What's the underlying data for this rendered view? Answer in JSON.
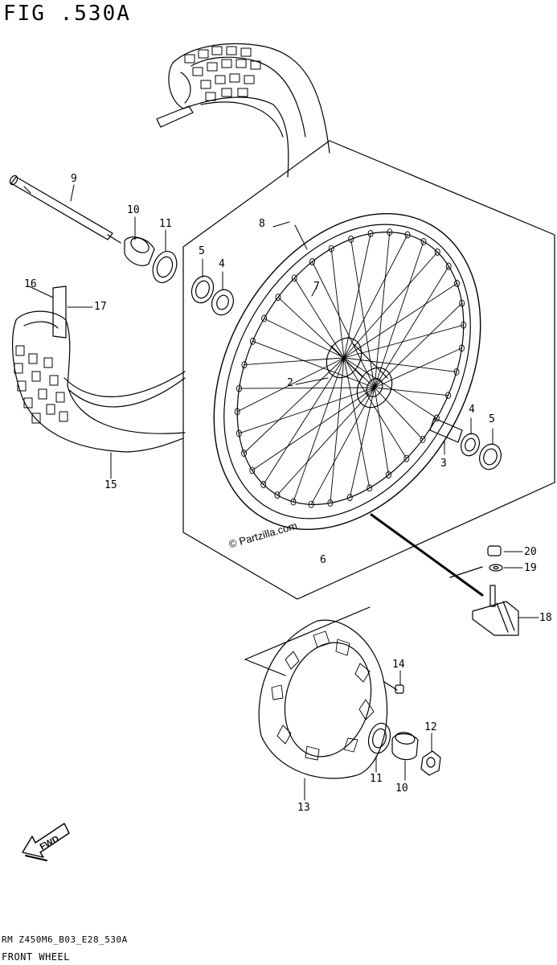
{
  "figure": {
    "title": "FIG .530A",
    "code": "RM Z450M6_B03_E28_530A",
    "name": "FRONT WHEEL",
    "watermark": "© Partzilla.com",
    "fwd_label": "FWD"
  },
  "callouts": [
    {
      "id": "label-2",
      "text": "2"
    },
    {
      "id": "label-3",
      "text": "3"
    },
    {
      "id": "label-4a",
      "text": "4"
    },
    {
      "id": "label-4b",
      "text": "4"
    },
    {
      "id": "label-5a",
      "text": "5"
    },
    {
      "id": "label-5b",
      "text": "5"
    },
    {
      "id": "label-6",
      "text": "6"
    },
    {
      "id": "label-7",
      "text": "7"
    },
    {
      "id": "label-8",
      "text": "8"
    },
    {
      "id": "label-9",
      "text": "9"
    },
    {
      "id": "label-10a",
      "text": "10"
    },
    {
      "id": "label-10b",
      "text": "10"
    },
    {
      "id": "label-11a",
      "text": "11"
    },
    {
      "id": "label-11b",
      "text": "11"
    },
    {
      "id": "label-12",
      "text": "12"
    },
    {
      "id": "label-13",
      "text": "13"
    },
    {
      "id": "label-14",
      "text": "14"
    },
    {
      "id": "label-15",
      "text": "15"
    },
    {
      "id": "label-16",
      "text": "16"
    },
    {
      "id": "label-17",
      "text": "17"
    },
    {
      "id": "label-18",
      "text": "18"
    },
    {
      "id": "label-19",
      "text": "19"
    },
    {
      "id": "label-20",
      "text": "20"
    }
  ]
}
